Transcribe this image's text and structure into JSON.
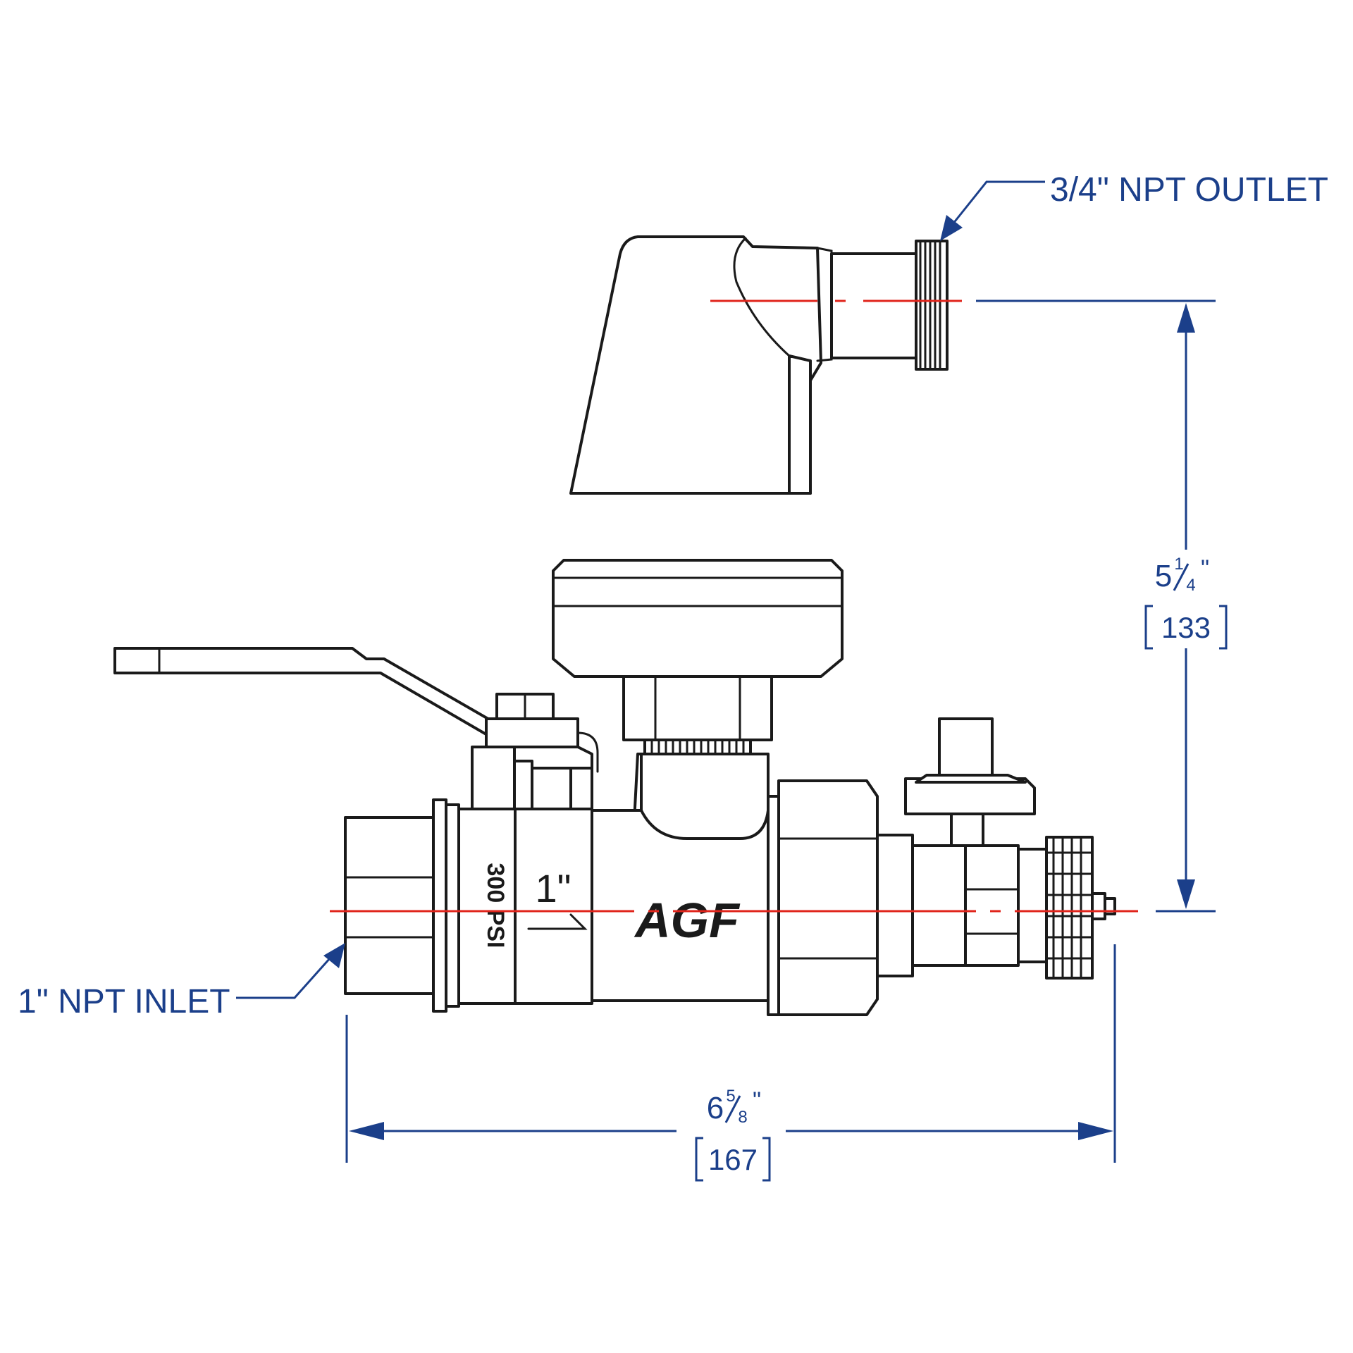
{
  "callouts": {
    "outlet": "3/4\" NPT OUTLET",
    "inlet": "1\" NPT INLET"
  },
  "dimensions": {
    "height_whole": "5",
    "height_num": "1",
    "height_den": "4",
    "height_quote": "\"",
    "height_mm": "133",
    "width_whole": "6",
    "width_num": "5",
    "width_den": "8",
    "width_quote": "\"",
    "width_mm": "167"
  },
  "markings": {
    "pressure": "300 PSI",
    "size": "1\"",
    "logo": "AGF"
  },
  "colors": {
    "dimension": "#1b3f8a",
    "centerline": "#e0241b",
    "outline": "#1a1a1a"
  }
}
